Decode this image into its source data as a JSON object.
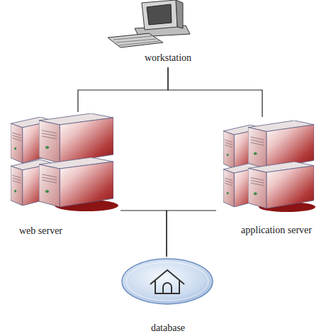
{
  "diagram": {
    "nodes": [
      {
        "text": [
          "workstation"
        ]
      },
      {
        "text": [
          "web server"
        ]
      },
      {
        "text": [
          "application server"
        ]
      },
      {
        "text": [
          "database"
        ]
      }
    ],
    "edges": [
      {
        "from": 0,
        "to": 1,
        "arrow": "none"
      },
      {
        "from": 0,
        "to": 2,
        "arrow": "none"
      },
      {
        "from": 1,
        "to": 3,
        "arrow": "none"
      },
      {
        "from": 2,
        "to": 3,
        "arrow": "none"
      }
    ]
  }
}
